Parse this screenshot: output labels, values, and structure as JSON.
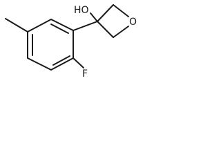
{
  "molecule": {
    "labels": {
      "hydroxyl": "HO",
      "ring_oxygen": "O",
      "fluorine": "F"
    }
  }
}
